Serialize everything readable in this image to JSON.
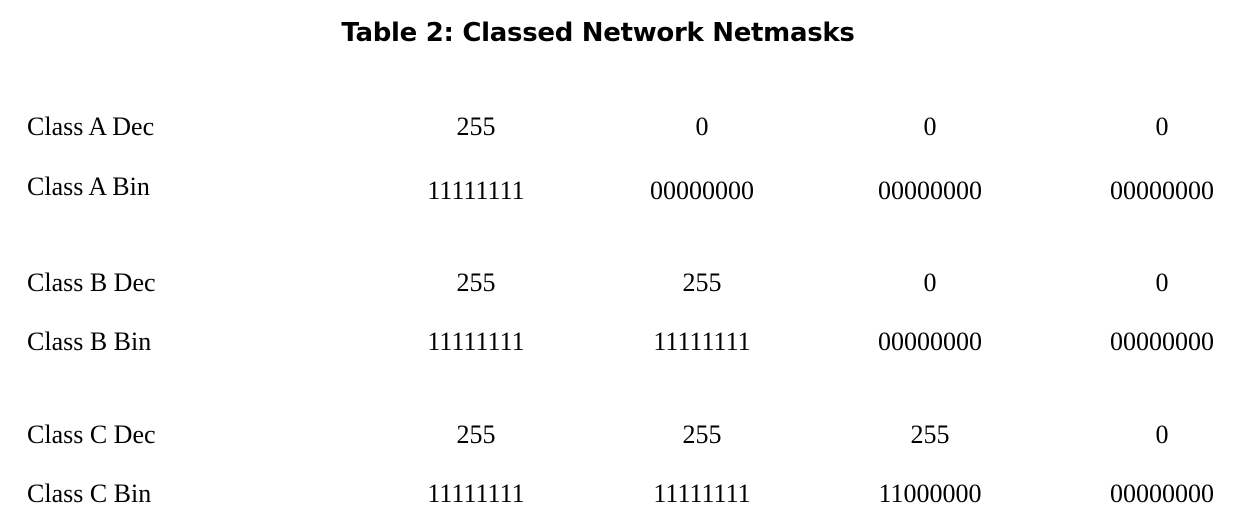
{
  "title": "Table 2: Classed Network Netmasks",
  "rows": [
    {
      "label": "Class A Dec",
      "values": [
        "255",
        "0",
        "0",
        "0"
      ]
    },
    {
      "label": "Class A Bin",
      "values": [
        "11111111",
        "00000000",
        "00000000",
        "00000000"
      ]
    },
    {
      "label": "Class B Dec",
      "values": [
        "255",
        "255",
        "0",
        "0"
      ]
    },
    {
      "label": "Class B Bin",
      "values": [
        "11111111",
        "11111111",
        "00000000",
        "00000000"
      ]
    },
    {
      "label": "Class C Dec",
      "values": [
        "255",
        "255",
        "255",
        "0"
      ]
    },
    {
      "label": "Class C Bin",
      "values": [
        "11111111",
        "11111111",
        "11000000",
        "00000000"
      ]
    }
  ]
}
